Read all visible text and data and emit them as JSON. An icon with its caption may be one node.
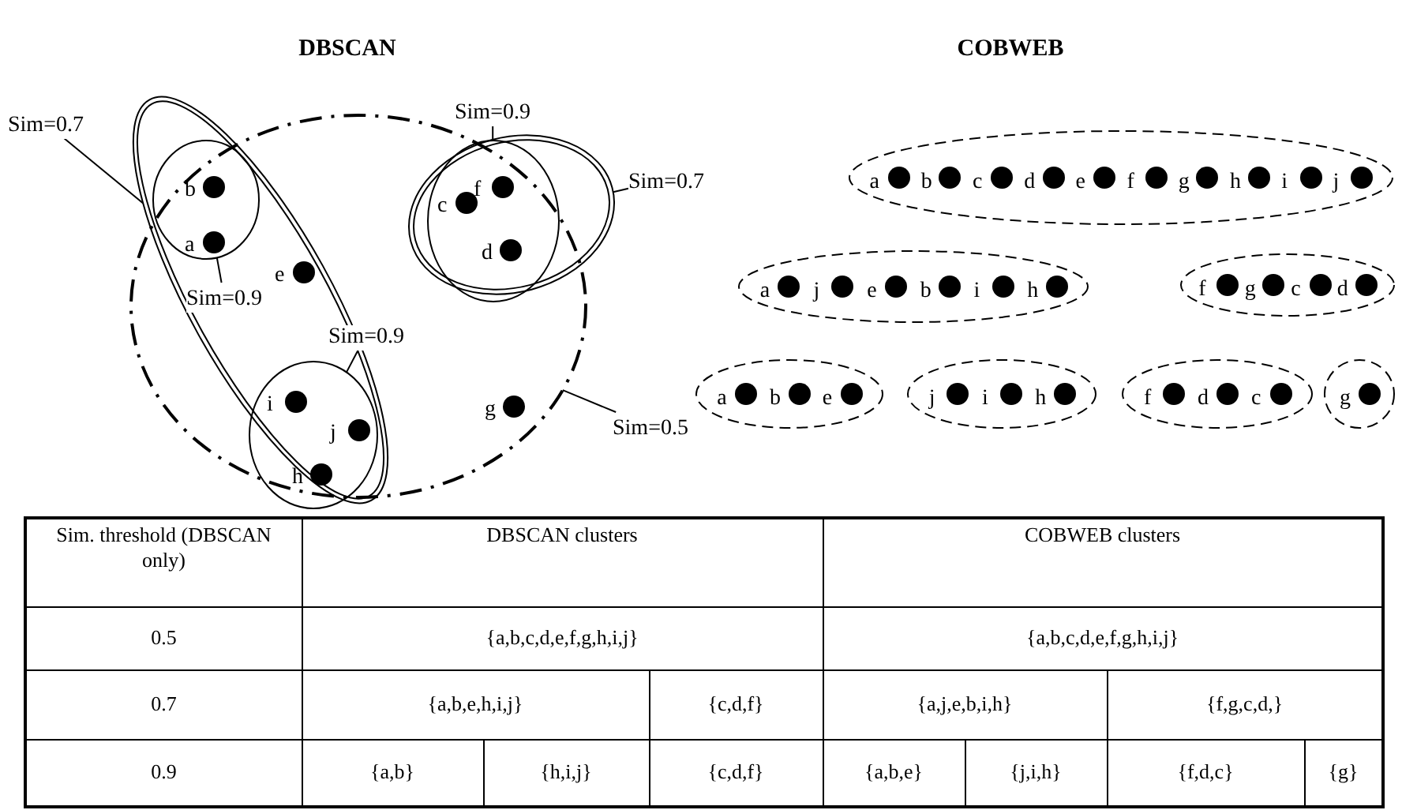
{
  "diagram": {
    "nodes": [
      {
        "text": [
          "Sim=0.7"
        ]
      },
      {
        "text": [],
        "shape": "ellipse"
      },
      {
        "text": [],
        "shape": "ellipse"
      },
      {
        "text": [],
        "shape": "circle",
        "in": 2
      },
      {
        "text": [],
        "shape": "circle",
        "in": 3,
        "beside": [
          "b"
        ]
      },
      {
        "text": [],
        "shape": "circle",
        "in": 3,
        "beside": [
          "a"
        ]
      },
      {
        "text": [
          "Sim=0.9"
        ],
        "in": 2
      },
      {
        "text": [],
        "shape": "circle",
        "in": 2,
        "beside": [
          "e"
        ]
      },
      {
        "text": [
          "Sim=0.9"
        ],
        "in": 2
      },
      {
        "text": [],
        "shape": "ellipse",
        "in": 2
      },
      {
        "text": [],
        "shape": "circle",
        "in": 9,
        "beside": [
          "i"
        ]
      },
      {
        "text": [],
        "shape": "circle",
        "in": 9,
        "beside": [
          "j"
        ]
      },
      {
        "text": [],
        "shape": "circle",
        "in": 9,
        "beside": [
          "h"
        ]
      },
      {
        "text": [
          "Sim=0.9"
        ]
      },
      {
        "text": [],
        "shape": "ellipse"
      },
      {
        "text": [],
        "shape": "ellipse",
        "in": 14
      },
      {
        "text": [],
        "shape": "circle",
        "in": 15,
        "beside": [
          "c"
        ]
      },
      {
        "text": [],
        "shape": "circle",
        "in": 15,
        "beside": [
          "f"
        ]
      },
      {
        "text": [],
        "shape": "circle",
        "in": 15,
        "beside": [
          "d"
        ]
      },
      {
        "text": [
          "Sim=0.7"
        ]
      },
      {
        "text": [
          "Sim=0.5"
        ]
      },
      {
        "text": [],
        "shape": "circle",
        "in": 1,
        "beside": [
          "g"
        ]
      },
      {
        "text": [],
        "shape": "ellipse"
      },
      {
        "text": [],
        "shape": "circle",
        "in": 22,
        "beside": [
          "a"
        ]
      },
      {
        "text": [],
        "shape": "circle",
        "in": 22,
        "beside": [
          "b"
        ]
      },
      {
        "text": [],
        "shape": "circle",
        "in": 22,
        "beside": [
          "c"
        ]
      },
      {
        "text": [],
        "shape": "circle",
        "in": 22,
        "beside": [
          "d"
        ]
      },
      {
        "text": [],
        "shape": "circle",
        "in": 22,
        "beside": [
          "e"
        ]
      },
      {
        "text": [],
        "shape": "circle",
        "in": 22,
        "beside": [
          "f"
        ]
      },
      {
        "text": [],
        "shape": "circle",
        "in": 22,
        "beside": [
          "g"
        ]
      },
      {
        "text": [],
        "shape": "circle",
        "in": 22,
        "beside": [
          "h"
        ]
      },
      {
        "text": [],
        "shape": "circle",
        "in": 22,
        "beside": [
          "i"
        ]
      },
      {
        "text": [],
        "shape": "circle",
        "in": 22,
        "beside": [
          "j"
        ]
      },
      {
        "text": [],
        "shape": "ellipse"
      },
      {
        "text": [],
        "shape": "circle",
        "in": 33,
        "beside": [
          "a"
        ]
      },
      {
        "text": [],
        "shape": "circle",
        "in": 33,
        "beside": [
          "j"
        ]
      },
      {
        "text": [],
        "shape": "circle",
        "in": 33,
        "beside": [
          "e"
        ]
      },
      {
        "text": [],
        "shape": "circle",
        "in": 33,
        "beside": [
          "b"
        ]
      },
      {
        "text": [],
        "shape": "circle",
        "in": 33,
        "beside": [
          "i"
        ]
      },
      {
        "text": [],
        "shape": "circle",
        "in": 33,
        "beside": [
          "h"
        ]
      },
      {
        "text": [],
        "shape": "ellipse"
      },
      {
        "text": [],
        "shape": "circle",
        "in": 40,
        "beside": [
          "f"
        ]
      },
      {
        "text": [],
        "shape": "circle",
        "in": 40,
        "beside": [
          "g"
        ]
      },
      {
        "text": [],
        "shape": "circle",
        "in": 40,
        "beside": [
          "c"
        ]
      },
      {
        "text": [],
        "shape": "circle",
        "in": 40,
        "beside": [
          "d"
        ]
      },
      {
        "text": [],
        "shape": "ellipse"
      },
      {
        "text": [],
        "shape": "circle",
        "in": 45,
        "beside": [
          "a"
        ]
      },
      {
        "text": [],
        "shape": "circle",
        "in": 45,
        "beside": [
          "b"
        ]
      },
      {
        "text": [],
        "shape": "circle",
        "in": 45,
        "beside": [
          "e"
        ]
      },
      {
        "text": [],
        "shape": "ellipse"
      },
      {
        "text": [],
        "shape": "circle",
        "in": 49,
        "beside": [
          "j"
        ]
      },
      {
        "text": [],
        "shape": "circle",
        "in": 49,
        "beside": [
          "i"
        ]
      },
      {
        "text": [],
        "shape": "circle",
        "in": 49,
        "beside": [
          "h"
        ]
      },
      {
        "text": [],
        "shape": "ellipse"
      },
      {
        "text": [],
        "shape": "circle",
        "in": 53,
        "beside": [
          "f"
        ]
      },
      {
        "text": [],
        "shape": "circle",
        "in": 53,
        "beside": [
          "d"
        ]
      },
      {
        "text": [],
        "shape": "circle",
        "in": 53,
        "beside": [
          "c"
        ]
      },
      {
        "text": [],
        "shape": "ellipse"
      },
      {
        "text": [],
        "shape": "circle",
        "in": 57,
        "beside": [
          "g"
        ]
      }
    ],
    "edges": [
      {
        "from": 0,
        "to": 2,
        "arrow": "none"
      },
      {
        "from": 6,
        "to": 3,
        "arrow": "none"
      },
      {
        "from": 8,
        "to": 9,
        "arrow": "none"
      },
      {
        "from": 13,
        "to": 15,
        "arrow": "none"
      },
      {
        "from": 19,
        "to": 14,
        "arrow": "none"
      },
      {
        "from": 20,
        "to": 1,
        "arrow": "none"
      }
    ],
    "labels": [
      "DBSCAN",
      "COBWEB",
      "Sim. threshold (DBSCAN only)",
      "DBSCAN clusters",
      "COBWEB clusters",
      "0.5",
      "{a,b,c,d,e,f,g,h,i,j}",
      "{a,b,c,d,e,f,g,h,i,j}",
      "0.7",
      "{a,b,e,h,i,j}",
      "{c,d,f}",
      "{a,j,e,b,i,h}",
      "{f,g,c,d,}",
      "0.9",
      "{a,b}",
      "{h,i,j}",
      "{c,d,f}",
      "{a,b,e}",
      "{j,i,h}",
      "{f,d,c}",
      "{g}"
    ]
  }
}
